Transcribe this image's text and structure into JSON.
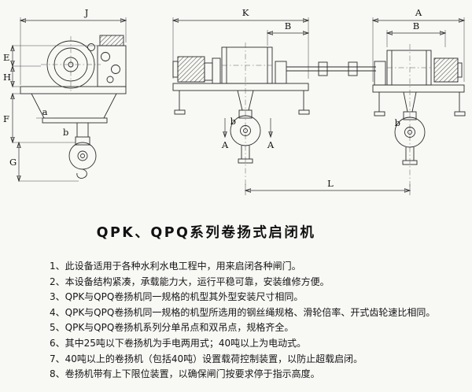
{
  "title": "QPK、QPQ系列卷扬式启闭机",
  "dims": {
    "left_j": "J",
    "left_e": "E",
    "left_h": "H",
    "left_f": "F",
    "left_g": "G",
    "left_a": "a",
    "left_b": "b",
    "mid_k": "K",
    "mid_b": "B",
    "mid_section_a": "A",
    "mid_b_pulley": "b",
    "right_a": "A",
    "right_b": "B",
    "right_b_pulley": "b",
    "l_overall": "L"
  },
  "notes": [
    "1、此设备适用于各种水利水电工程中，用来启闭各种闸门。",
    "2、本设备结构紧凑，承载能力大，运行平稳可靠，安装维修方便。",
    "3、QPK与QPQ卷扬机同一规格的机型其外型安装尺寸相同。",
    "4、QPK与QPQ卷扬机同一规格的机型所选用的钢丝绳规格、滑轮倍率、开式齿轮速比相同。",
    "5、QPK与QPQ卷扬机系列分单吊点和双吊点，规格齐全。",
    "6、其中25吨以下卷扬机为手电两用式；40吨以上为电动式。",
    "7、40吨以上的卷扬机（包括40吨）设置载荷控制装置，以防止超载启闭。",
    "8、卷扬机带有上下限位装置，以确保闸门按要求停于指示高度。"
  ]
}
